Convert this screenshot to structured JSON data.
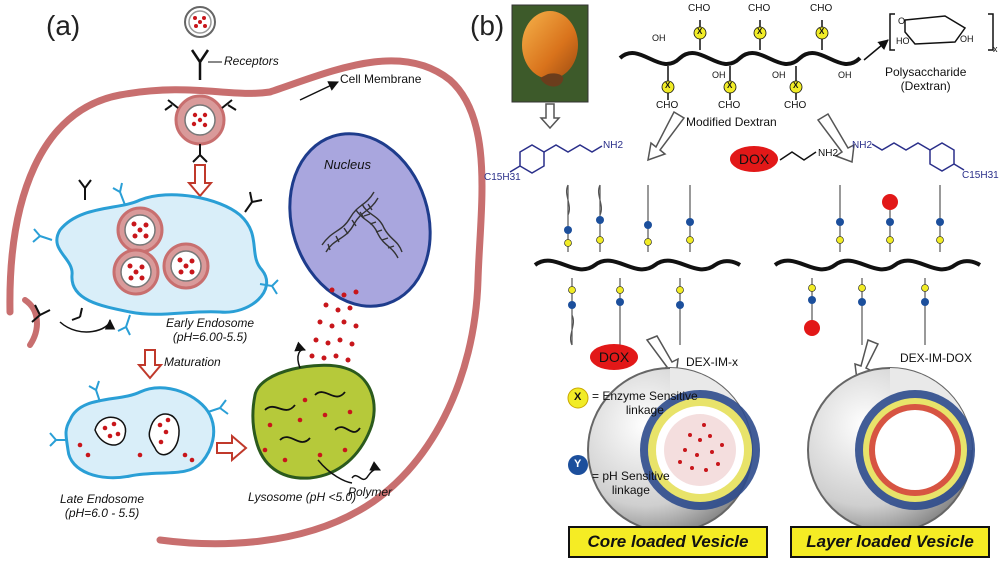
{
  "panel_a": {
    "label": "(a)",
    "receptors": "Receptors",
    "cell_membrane": "Cell Membrane",
    "nucleus": "Nucleus",
    "early_endosome": "Early Endosome",
    "early_ph": "(pH=6.00-5.5)",
    "maturation": "Maturation",
    "late_endosome": "Late Endosome",
    "late_ph": "(pH=6.0 - 5.5)",
    "lysosome": "Lysosome (pH <5.0)",
    "polymer": "Polymer"
  },
  "panel_b": {
    "label": "(b)",
    "cho": "CHO",
    "oh": "OH",
    "x": "X",
    "y": "Y",
    "polysaccharide": "Polysaccharide",
    "dextran": "(Dextran)",
    "modified_dextran": "Modified Dextran",
    "c15h31": "C15H31",
    "nh2": "NH2",
    "dox": "DOX",
    "dex_im_x": "DEX-IM-x",
    "dex_im_dox": "DEX-IM-DOX",
    "enzyme_legend_1": "= Enzyme Sensitive",
    "enzyme_legend_2": "linkage",
    "ph_legend_1": "= pH Sensitive",
    "ph_legend_2": "linkage",
    "core_vesicle": "Core loaded Vesicle",
    "layer_vesicle": "Layer loaded Vesicle",
    "ring_ho": "HO",
    "ring_oh": "OH",
    "ring_o": "O",
    "ring_x": "x"
  },
  "colors": {
    "membrane": "#c86f6f",
    "endosome_border": "#2a9fd6",
    "endosome_fill": "#d9eef9",
    "nucleus_fill": "#a9a6de",
    "lysosome_fill": "#b6c93a",
    "dots": "#c8161b",
    "x_yellow": "#f1ec26",
    "y_blue": "#1c4f9c",
    "badge": "#f5ec24"
  }
}
